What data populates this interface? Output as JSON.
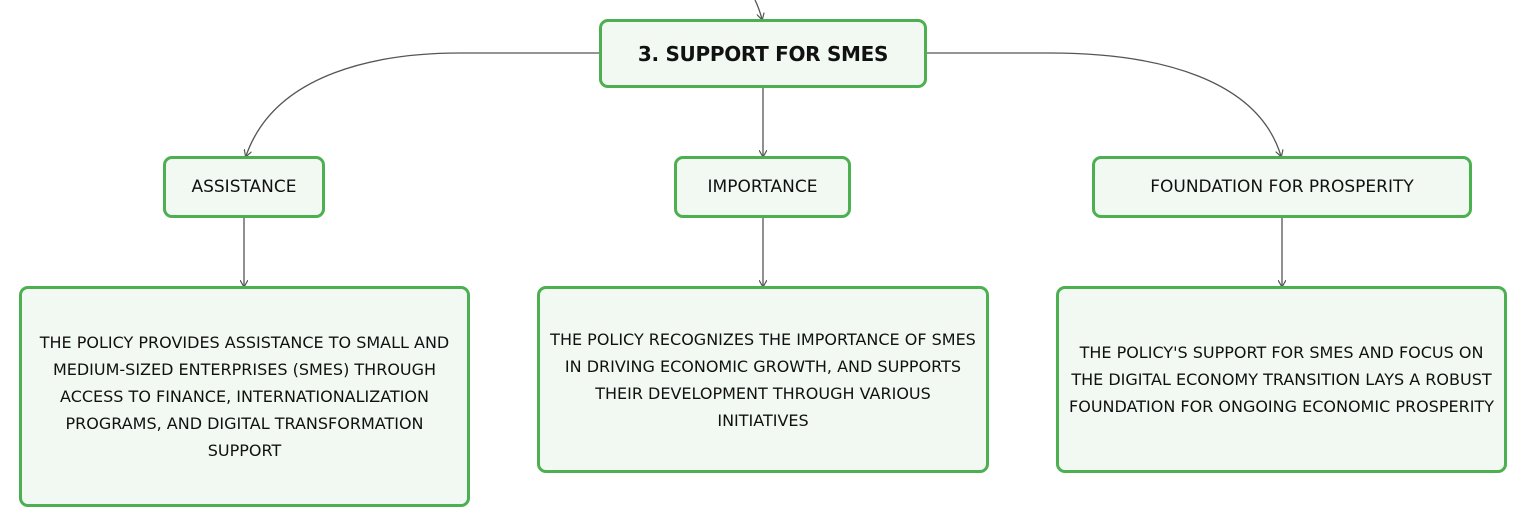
{
  "colors": {
    "node_border": "#4caf50",
    "node_fill": "#f2f9f2",
    "connector": "#555555",
    "text": "#111111"
  },
  "diagram": {
    "root": {
      "label": "3. SUPPORT FOR SMES"
    },
    "branches": [
      {
        "label": "ASSISTANCE",
        "detail": "THE POLICY PROVIDES ASSISTANCE TO SMALL AND MEDIUM-SIZED ENTERPRISES (SMES) THROUGH ACCESS TO FINANCE, INTERNATIONALIZATION PROGRAMS, AND DIGITAL TRANSFORMATION SUPPORT"
      },
      {
        "label": "IMPORTANCE",
        "detail": "THE POLICY RECOGNIZES THE IMPORTANCE OF SMES IN DRIVING ECONOMIC GROWTH, AND SUPPORTS THEIR DEVELOPMENT THROUGH VARIOUS INITIATIVES"
      },
      {
        "label": "FOUNDATION FOR PROSPERITY",
        "detail": "THE POLICY'S SUPPORT FOR SMES AND FOCUS ON THE DIGITAL ECONOMY TRANSITION LAYS A ROBUST FOUNDATION FOR ONGOING ECONOMIC PROSPERITY"
      }
    ]
  }
}
